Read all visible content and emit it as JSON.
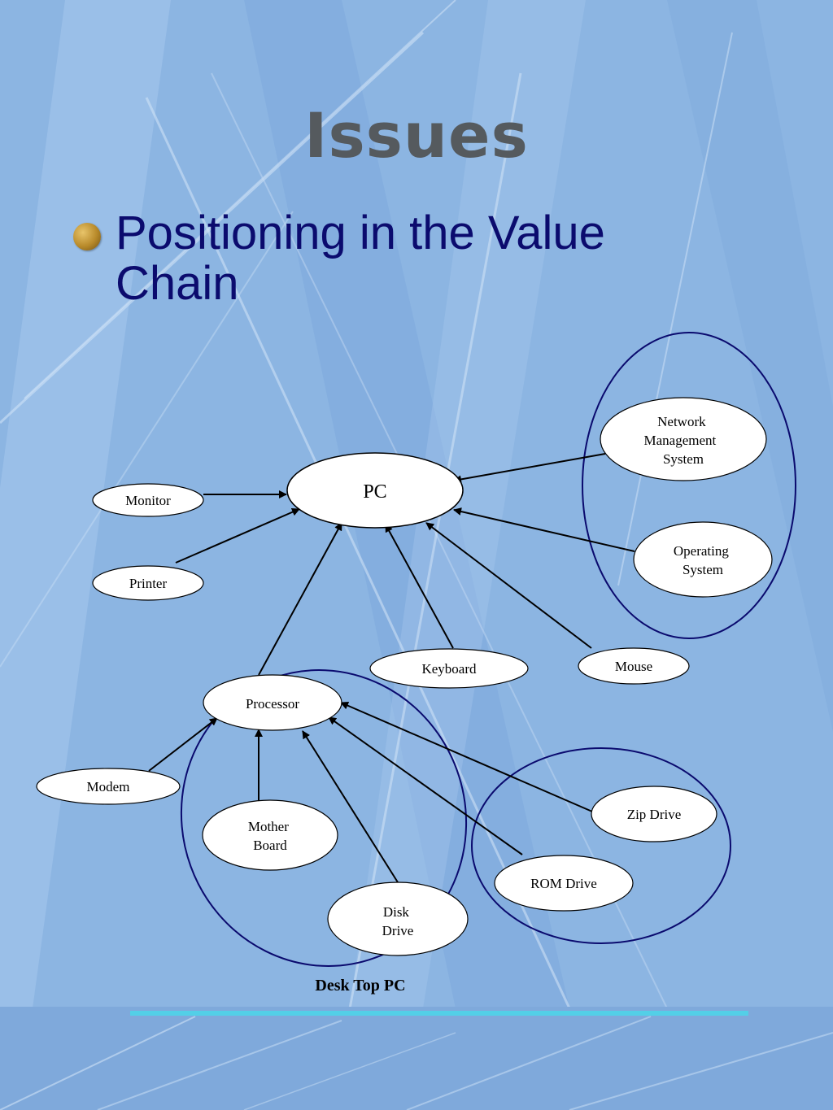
{
  "slide": {
    "title": "Issues",
    "bullet": "Positioning in the Value Chain"
  },
  "diagram": {
    "caption": "Desk Top PC",
    "nodes": {
      "pc": [
        "PC"
      ],
      "monitor": [
        "Monitor"
      ],
      "printer": [
        "Printer"
      ],
      "network": [
        "Network",
        "Management",
        "System"
      ],
      "os": [
        "Operating",
        "System"
      ],
      "keyboard": [
        "Keyboard"
      ],
      "mouse": [
        "Mouse"
      ],
      "processor": [
        "Processor"
      ],
      "modem": [
        "Modem"
      ],
      "motherboard": [
        "Mother",
        "Board"
      ],
      "diskdrive": [
        "Disk",
        "Drive"
      ],
      "zipdrive": [
        "Zip Drive"
      ],
      "romdrive": [
        "ROM Drive"
      ]
    }
  },
  "colors": {
    "title": "#555a5e",
    "bullet_text": "#0b0b6e",
    "group_outline": "#0a0a6e",
    "node_fill": "#ffffff"
  }
}
